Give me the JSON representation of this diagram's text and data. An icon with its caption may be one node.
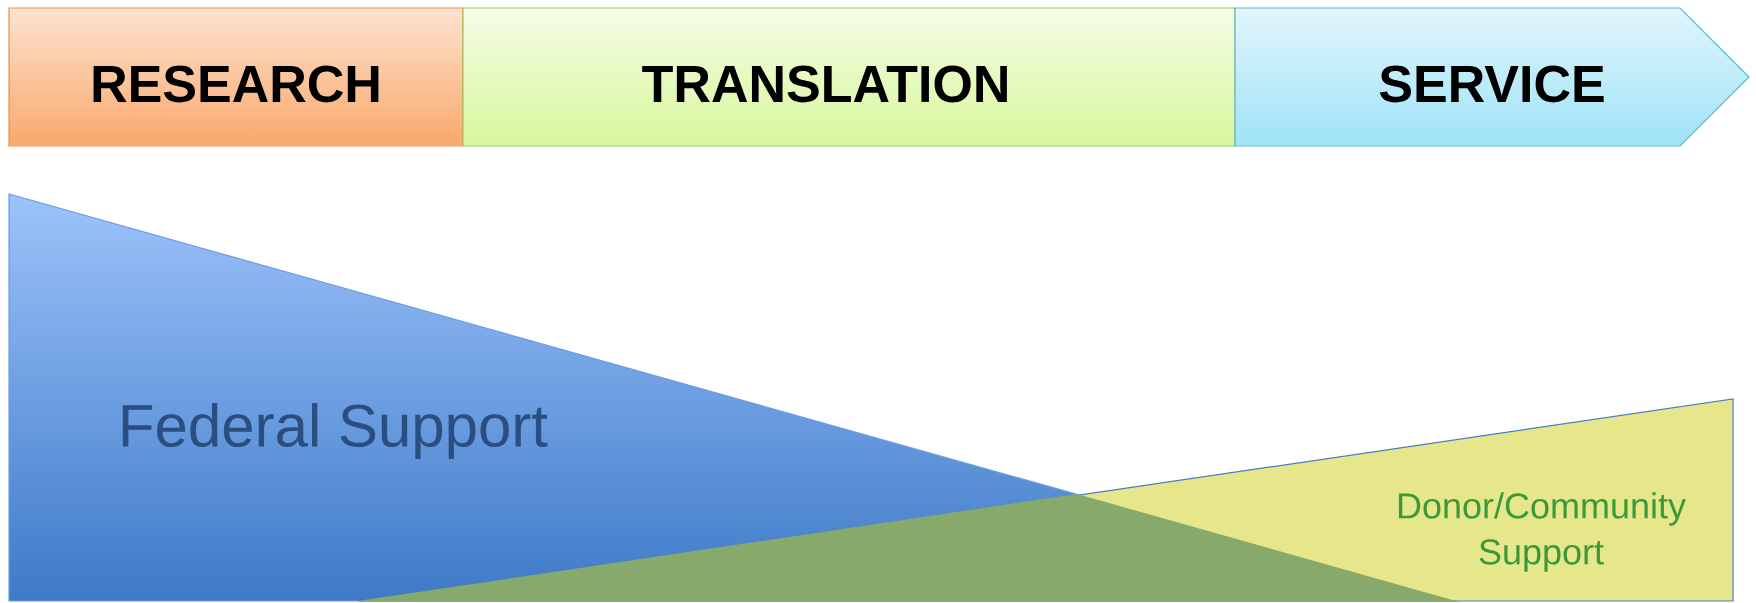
{
  "diagram": {
    "nodes": [
      {
        "text": [
          "RESEARCH"
        ]
      },
      {
        "text": [
          "TRANSLATION"
        ]
      },
      {
        "text": [
          "SERVICE"
        ]
      },
      {
        "text": [
          "Federal Support"
        ]
      },
      {
        "text": [
          "Donor/Community Support"
        ]
      }
    ]
  }
}
